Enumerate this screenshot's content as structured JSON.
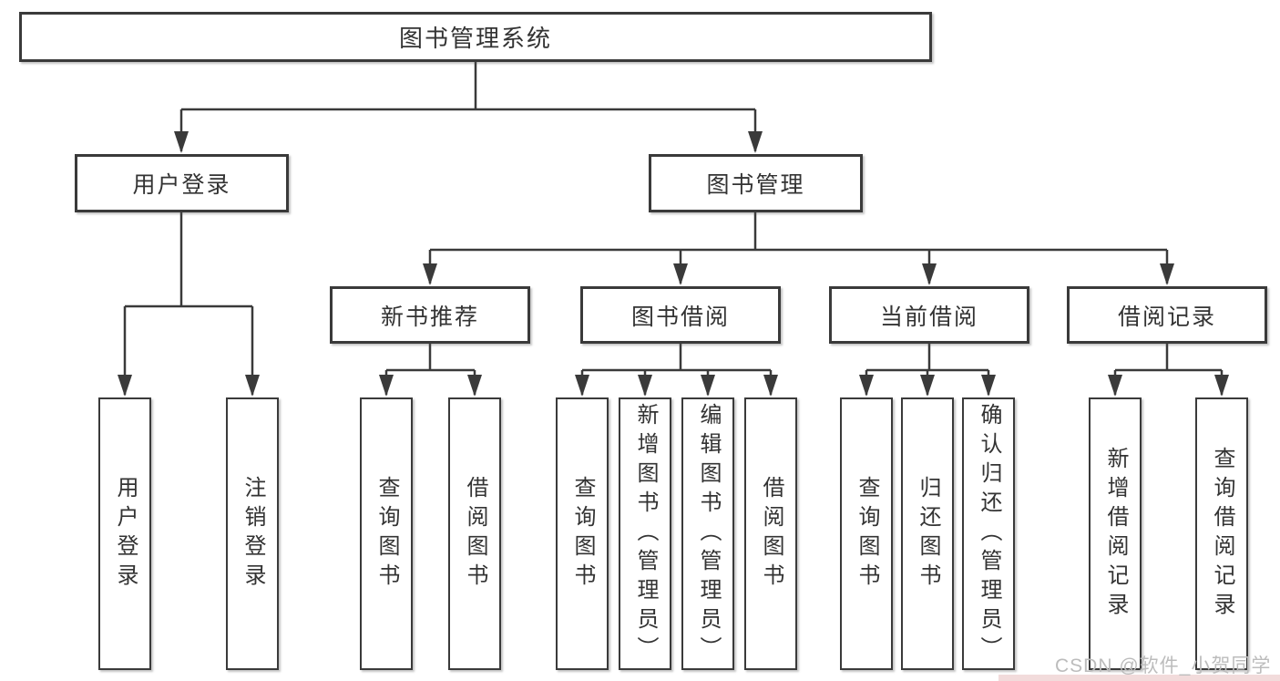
{
  "tree": {
    "label": "图书管理系统",
    "children": [
      {
        "label": "用户登录",
        "children": [
          {
            "label": "用户登录"
          },
          {
            "label": "注销登录"
          }
        ]
      },
      {
        "label": "图书管理",
        "children": [
          {
            "label": "新书推荐",
            "children": [
              {
                "label": "查询图书"
              },
              {
                "label": "借阅图书"
              }
            ]
          },
          {
            "label": "图书借阅",
            "children": [
              {
                "label": "查询图书"
              },
              {
                "label": "新增图书（管理员）"
              },
              {
                "label": "编辑图书（管理员）"
              },
              {
                "label": "借阅图书"
              }
            ]
          },
          {
            "label": "当前借阅",
            "children": [
              {
                "label": "查询图书"
              },
              {
                "label": "归还图书"
              },
              {
                "label": "确认归还（管理员）"
              }
            ]
          },
          {
            "label": "借阅记录",
            "children": [
              {
                "label": "新增借阅记录"
              },
              {
                "label": "查询借阅记录"
              }
            ]
          }
        ]
      }
    ]
  },
  "watermark": {
    "text": "CSDN @软件_小贺同学"
  },
  "colors": {
    "line": "#3a3a3a",
    "text": "#333333",
    "background": "#ffffff",
    "watermark": "#bcbcbc",
    "watermark_strip": "#f2dbdb"
  }
}
